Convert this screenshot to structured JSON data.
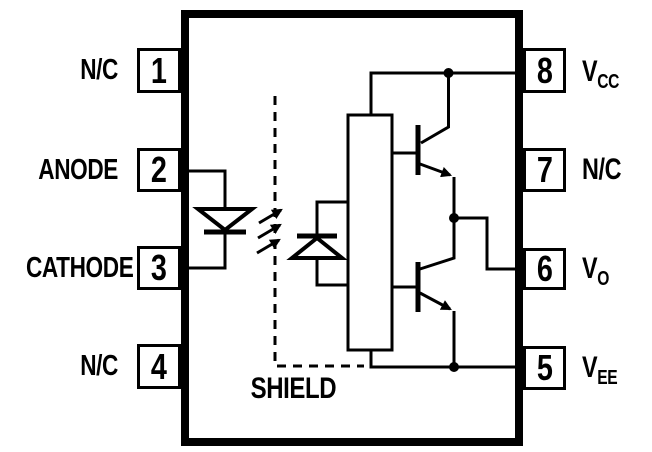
{
  "diagram": {
    "background": "#ffffff",
    "line_color": "#000000",
    "left_pins": [
      {
        "number": "1",
        "label": "N/C"
      },
      {
        "number": "2",
        "label": "ANODE"
      },
      {
        "number": "3",
        "label": "CATHODE"
      },
      {
        "number": "4",
        "label": "N/C"
      }
    ],
    "right_pins": [
      {
        "number": "8",
        "base": "V",
        "sub": "CC"
      },
      {
        "number": "7",
        "base": "N/C",
        "sub": ""
      },
      {
        "number": "6",
        "base": "V",
        "sub": "O"
      },
      {
        "number": "5",
        "base": "V",
        "sub": "EE"
      }
    ],
    "shield_label": "SHIELD"
  }
}
